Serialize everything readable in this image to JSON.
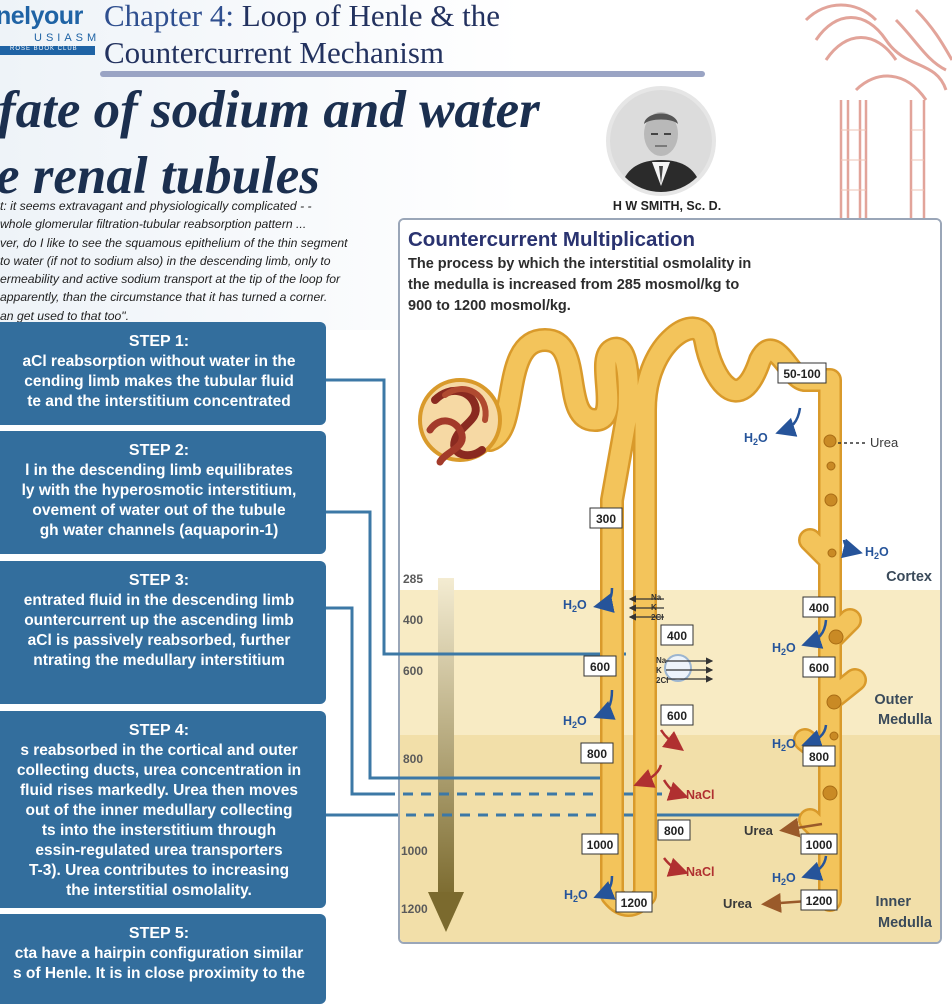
{
  "header": {
    "logo_name": "nelyour",
    "logo_sub": "USIASM",
    "logo_bar": "ROSE BOOK CLUB",
    "chapter_num": "Chapter 4:",
    "chapter_rest": " Loop of Henle & the",
    "chapter_line2": "Countercurrent Mechanism"
  },
  "title": {
    "line1": "fate of sodium and water",
    "line2": "e renal tubules"
  },
  "quote": [
    "t: it seems extravagant and physiologically complicated - -",
    "whole glomerular filtration-tubular reabsorption pattern ...",
    "ver, do I like to see the squamous epithelium of the thin segment",
    "to water (if not to sodium also) in the descending limb, only to",
    "ermeability and active sodium transport at the tip of the loop for",
    "apparently, than the circumstance that it has turned a corner.",
    "an get used to that too\"."
  ],
  "portrait_caption": "H W SMITH, Sc. D.",
  "steps": [
    {
      "heading": "STEP 1:",
      "lines": [
        "aCl reabsorption without water in the",
        "cending limb makes the tubular fluid",
        "te and the interstitium concentrated"
      ]
    },
    {
      "heading": "STEP 2:",
      "lines": [
        "l in the descending limb equilibrates",
        "ly with the hyperosmotic interstitium,",
        "ovement of water out of the tubule",
        "gh water channels (aquaporin-1)"
      ]
    },
    {
      "heading": "STEP 3:",
      "lines": [
        "entrated fluid in the descending limb",
        "ountercurrent up the ascending limb",
        "aCl is passively reabsorbed, further",
        "ntrating the medullary interstitium"
      ]
    },
    {
      "heading": "STEP 4:",
      "lines": [
        "s reabsorbed in the cortical and outer",
        "collecting ducts, urea concentration in",
        "fluid rises markedly. Urea then moves",
        "out of the inner medullary collecting",
        "ts into the insterstitium through",
        "essin-regulated urea transporters",
        "T-3). Urea contributes to increasing",
        "the interstitial osmolality."
      ]
    },
    {
      "heading": "STEP 5:",
      "lines": [
        "cta have a hairpin configuration similar",
        "s of Henle. It is in close proximity to the"
      ]
    }
  ],
  "panel": {
    "title": "Countercurrent Multiplication",
    "subtitle": [
      "The process by which the interstitial osmolality in",
      "the medulla is increased from 285 mosmol/kg to",
      "900 to 1200 mosmol/kg."
    ],
    "zones": {
      "cortex": "Cortex",
      "outer1": "Outer",
      "outer2": "Medulla",
      "inner1": "Inner",
      "inner2": "Medulla"
    },
    "scale": [
      "285",
      "400",
      "600",
      "800",
      "1000",
      "1200"
    ],
    "boxes": {
      "b300": "300",
      "d600": "600",
      "d800": "800",
      "d1000": "1000",
      "tip1200": "1200",
      "a400": "400",
      "a600": "600",
      "a800": "800",
      "cd50": "50-100",
      "cd400": "400",
      "cd600": "600",
      "cd800": "800",
      "cd1000": "1000",
      "cd1200": "1200"
    },
    "labels": {
      "h2o": "H",
      "h2o_sub": "2",
      "h2o_end": "O",
      "nacl": "NaCl",
      "urea": "Urea",
      "na": "Na",
      "k": "K",
      "cl": "2Cl"
    },
    "colors": {
      "tubule": "#f3c45b",
      "tubule_edge": "#d99a2b",
      "blue_label": "#26549a",
      "red_arrow": "#b03030",
      "connector": "#3c78a6",
      "cortex_bg": "#ffffff",
      "outer_bg": "#f8ebc4",
      "inner_bg": "#f2dfa9",
      "scale_arrow": "#8a7a3a"
    }
  }
}
